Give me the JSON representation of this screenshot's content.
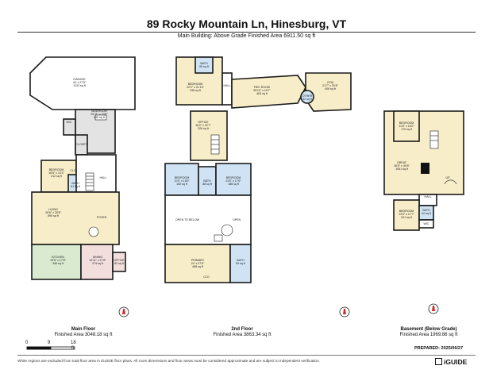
{
  "header": {
    "title": "89 Rocky Mountain Ln, Hinesburg, VT",
    "subtitle": "Main Building: Above Grade Finished Area 6911.50 sq ft"
  },
  "main_floor": {
    "caption": "Main Floor",
    "area": "Finished Area 3048.18 sq ft",
    "rooms": {
      "garage": {
        "name": "GARAGE",
        "dims": "44' x 27'5\"",
        "area": "1132 sq ft"
      },
      "mudroom": {
        "name": "MUDROOM",
        "dims": "20'11\" x 23'6\"",
        "area": "430 sq ft"
      },
      "bedroom": {
        "name": "BEDROOM",
        "dims": "16'8\" x 13'4\"",
        "area": "212 sq ft"
      },
      "hall": {
        "name": "HALL"
      },
      "bath": {
        "name": "BATH",
        "area": "61 sq ft"
      },
      "living": {
        "name": "LIVING",
        "dims": "26'6\" x 25'8\"",
        "area": "595 sq ft"
      },
      "foyer": {
        "name": "FOYER"
      },
      "kitchen": {
        "name": "KITCHEN",
        "dims": "19'6\" x 17'8\"",
        "area": "346 sq ft"
      },
      "dining": {
        "name": "DINING",
        "dims": "15'11\" x 17'8\"",
        "area": "273 sq ft"
      },
      "office": {
        "name": "OFFICE",
        "area": "82 sq ft"
      },
      "wic": {
        "name": "WIC"
      },
      "clo": {
        "name": "CLO"
      },
      "closet": {
        "name": "CLOSET"
      }
    }
  },
  "second_floor": {
    "caption": "2nd Floor",
    "area": "Finished Area 3863.34 sq ft",
    "rooms": {
      "bedroom_top": {
        "name": "BEDROOM",
        "dims": "22'2\" x 21'10\"",
        "area": "335 sq ft"
      },
      "bath_top": {
        "name": "BATH",
        "area": "50 sq ft"
      },
      "hall": {
        "name": "HALL"
      },
      "rec_room": {
        "name": "REC ROOM",
        "dims": "35'10\" x 15'7\"",
        "area": "463 sq ft"
      },
      "gym": {
        "name": "GYM",
        "dims": "21'7\" x 20'8\"",
        "area": "406 sq ft"
      },
      "other": {
        "name": "OTHER",
        "area": "42 sq ft"
      },
      "office": {
        "name": "OFFICE",
        "dims": "16'2\" x 22'7\"",
        "area": "326 sq ft"
      },
      "bedroom_left": {
        "name": "BEDROOM",
        "dims": "11'6\" x 15'6\"",
        "area": "160 sq ft"
      },
      "bath_mid": {
        "name": "BATH",
        "area": "88 sq ft"
      },
      "bedroom_right": {
        "name": "BEDROOM",
        "dims": "11'6\" x 17'6\"",
        "area": "186 sq ft"
      },
      "open_to_below": {
        "name": "OPEN TO BELOW"
      },
      "open": {
        "name": "OPEN"
      },
      "primary": {
        "name": "PRIMARY",
        "dims": "24' x 27'6\"",
        "area": "468 sq ft"
      },
      "bath_primary": {
        "name": "BATH",
        "area": "90 sq ft"
      },
      "clo": {
        "name": "CLO"
      }
    }
  },
  "basement": {
    "caption": "Basement (Below Grade)",
    "area": "Finished Area 1969.86 sq ft",
    "rooms": {
      "bedroom_top": {
        "name": "BEDROOM",
        "dims": "11'8\" x 15'2\"",
        "area": "170 sq ft"
      },
      "great": {
        "name": "GREAT",
        "dims": "36'8\" x 40'8\"",
        "area": "1061 sq ft"
      },
      "up": {
        "name": "UP"
      },
      "hall": {
        "name": "HALL"
      },
      "bedroom_bottom": {
        "name": "BEDROOM",
        "dims": "13'6\" x 17'7\"",
        "area": "201 sq ft"
      },
      "bath": {
        "name": "BATH",
        "area": "42 sq ft"
      },
      "wic": {
        "name": "WIC"
      }
    }
  },
  "scale": {
    "t0": "0",
    "t1": "9",
    "t2": "18",
    "unit": "ft"
  },
  "prepared": "PREPARED: 2025/06/27",
  "footer": "White regions are excluded from total floor area in iGUIDE floor plans. All room dimensions and floor areas must be considered approximate and are subject to independent verification.",
  "logo": "iGUIDE",
  "colors": {
    "wall": "#1a1a1a",
    "cream": "#f7edc8",
    "blue": "#cfe3f4",
    "green": "#d9ead0",
    "pink": "#f3dede",
    "grey": "#e3e3e3"
  }
}
